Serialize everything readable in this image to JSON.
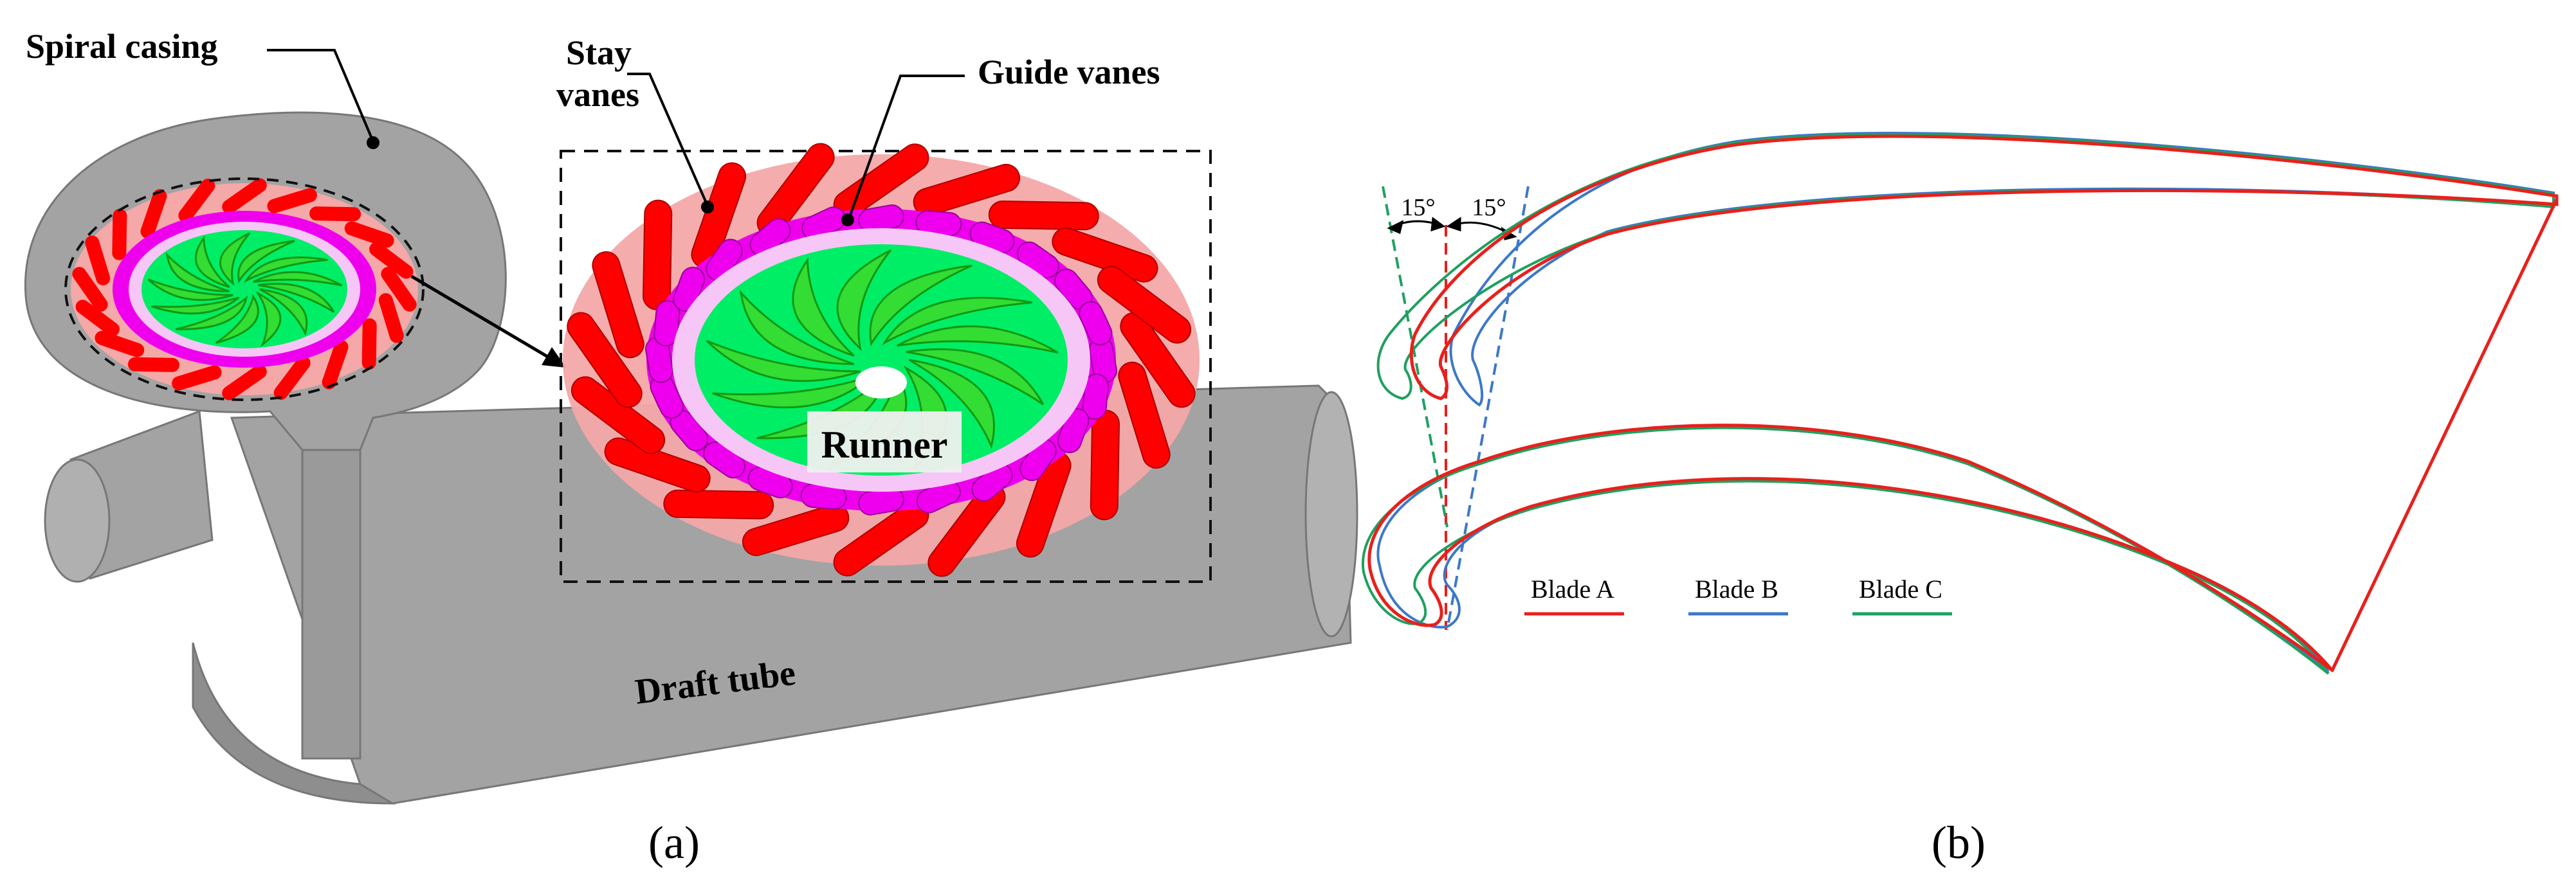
{
  "panel_a": {
    "labels": {
      "spiral_casing": "Spiral casing",
      "stay_vanes_line1": "Stay",
      "stay_vanes_line2": "vanes",
      "guide_vanes": "Guide vanes",
      "runner": "Runner",
      "draft_tube": "Draft tube"
    },
    "caption": "(a)"
  },
  "panel_b": {
    "angle_left": "15°",
    "angle_right": "15°",
    "legend": [
      {
        "label": "Blade A",
        "color": "#e8201c"
      },
      {
        "label": "Blade B",
        "color": "#3c78c8"
      },
      {
        "label": "Blade C",
        "color": "#1fa060"
      }
    ],
    "caption": "(b)"
  },
  "colors": {
    "casing_gray": "#a3a3a3",
    "stay_vane_red": "#ff0000",
    "stay_ring_pink": "#f4a8a8",
    "guide_vane_magenta": "#ee00ee",
    "runner_green": "#00ee66",
    "runner_blade_green": "#33dd33"
  }
}
